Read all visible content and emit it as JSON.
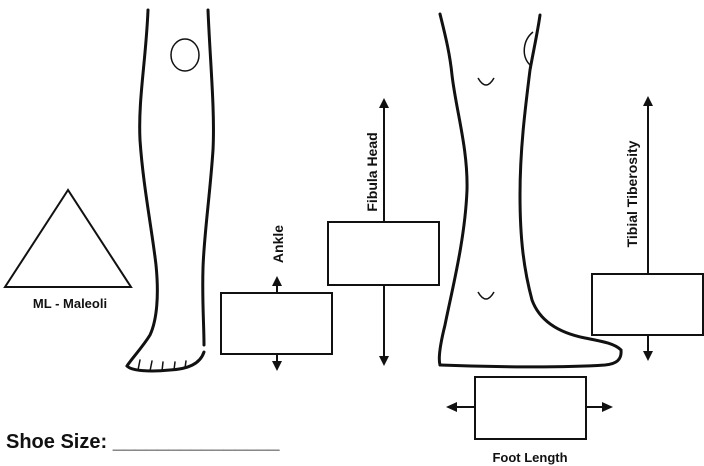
{
  "labels": {
    "ankle": "Ankle",
    "fibula_head": "Fibula Head",
    "tibial_tiberosity": "Tibial Tiberosity",
    "ml_maleoli": "ML - Maleoli",
    "foot_length": "Foot Length",
    "shoe_size": "Shoe Size: _______________"
  },
  "fields": {
    "ankle": "",
    "fibula_head": "",
    "tibial_tiberosity": "",
    "foot_length": ""
  }
}
